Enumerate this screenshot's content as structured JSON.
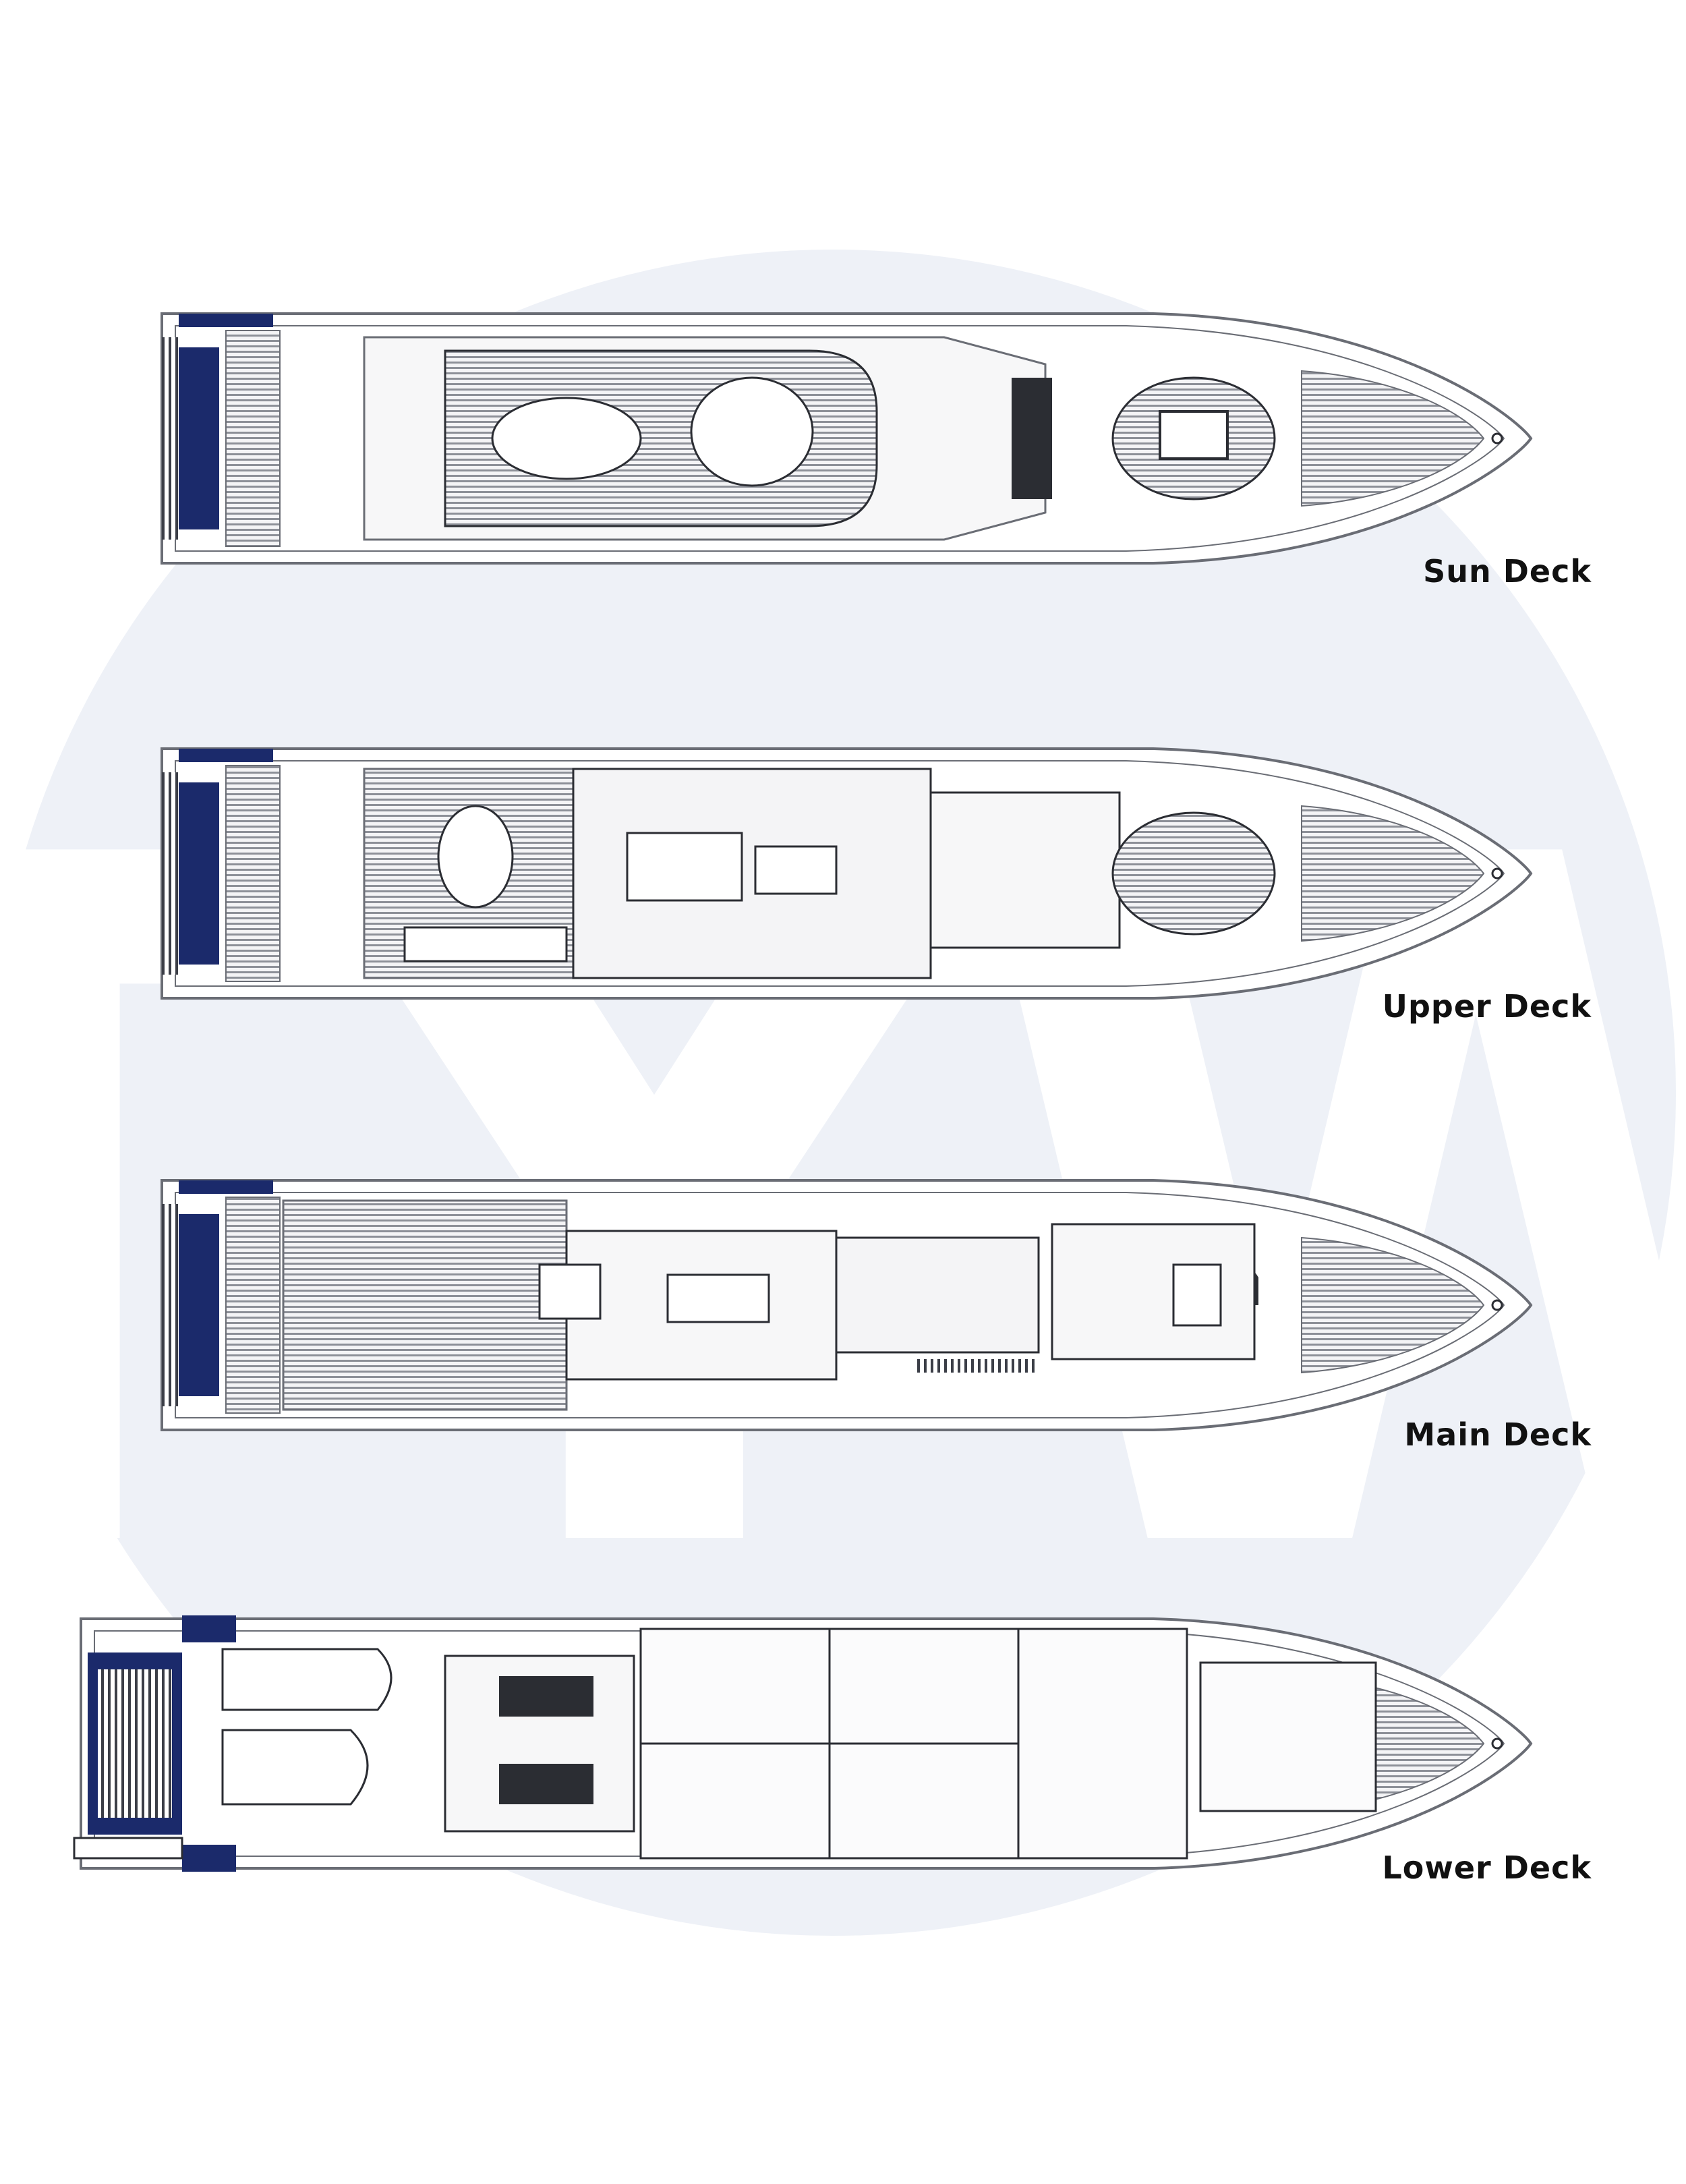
{
  "watermark": {
    "text": "TYW",
    "color": "#f1f3f8"
  },
  "colors": {
    "line": "#6a6d75",
    "dark": "#2b2d33",
    "navy": "#1b2a6b",
    "deck_fill": "#e6e7ea",
    "hatch": "#9a9ca3"
  },
  "decks": [
    {
      "label": "Sun Deck",
      "type": "sun"
    },
    {
      "label": "Upper Deck",
      "type": "upper"
    },
    {
      "label": "Main Deck",
      "type": "main"
    },
    {
      "label": "Lower Deck",
      "type": "lower"
    }
  ]
}
